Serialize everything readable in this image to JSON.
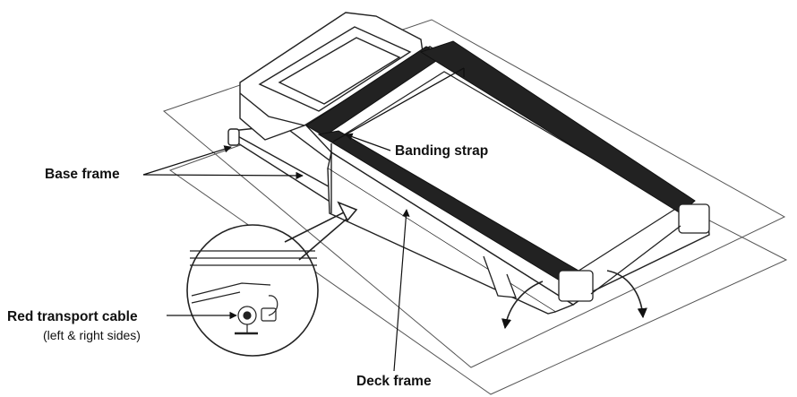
{
  "labels": {
    "banding_strap": "Banding strap",
    "base_frame": "Base frame",
    "red_transport_cable": "Red transport cable",
    "cable_sides": "(left & right sides)",
    "deck_frame": "Deck frame"
  }
}
